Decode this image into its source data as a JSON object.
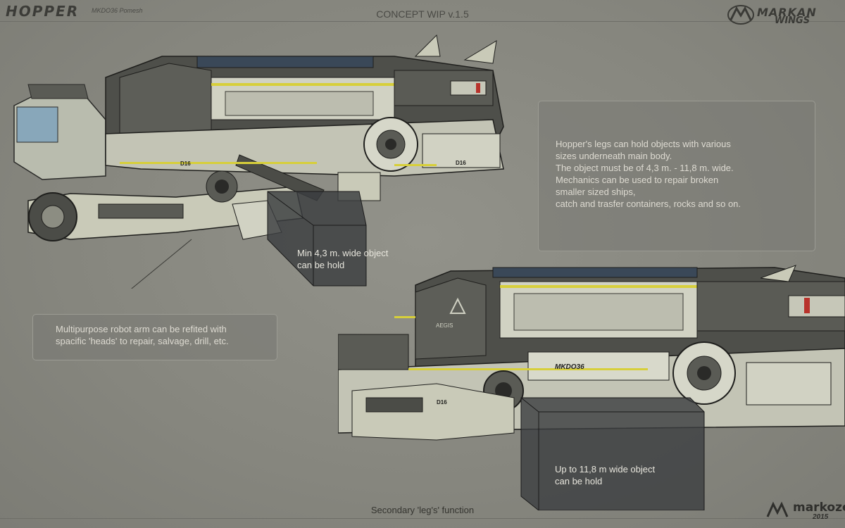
{
  "header": {
    "title": "HOPPER",
    "subtitle": "MKDO36 Pomesh",
    "version": "CONCEPT WIP v.1.5",
    "logo_text_1": "MARKAN",
    "logo_text_2": "WINGS"
  },
  "info_box_right": {
    "text": "Hopper's legs can hold objects with various\nsizes underneath main body.\nThe object must be of 4,3 m. - 11,8 m. wide.\nMechanics can be used to repair broken\nsmaller sized ships,\ncatch and trasfer containers, rocks and so on."
  },
  "info_box_left": {
    "text": "Multipurpose robot arm can be refited with\nspacific 'heads' to repair, salvage, drill, etc."
  },
  "callouts": {
    "min": "Min 4,3 m. wide object\ncan be hold",
    "max": "Up to 11,8 m wide object\ncan be hold"
  },
  "ship_markings": {
    "code_1": "D16",
    "code_2": "D16",
    "code_3": "MKDO36",
    "code_4": "D16",
    "emblem": "AEGIS"
  },
  "footer": {
    "caption": "Secondary 'leg's' function",
    "logo_name": "markoze",
    "logo_year": "2015"
  },
  "colors": {
    "background": "#8b8b82",
    "hull_light": "#c9cab8",
    "hull_dark": "#4b4c47",
    "accent_yellow": "#d7cf3a",
    "accent_red": "#b8322b",
    "object_box": "#3b3d40"
  }
}
